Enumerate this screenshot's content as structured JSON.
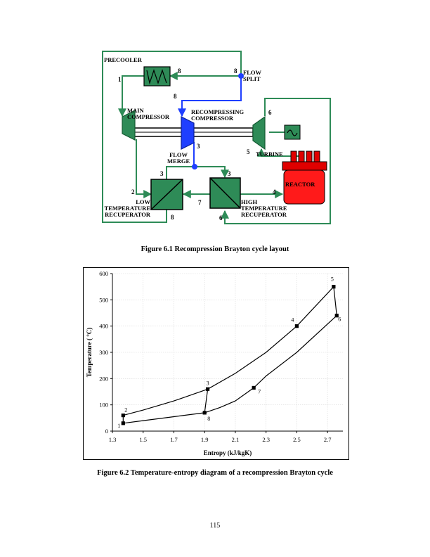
{
  "figure1": {
    "caption": "Figure 6.1 Recompression Brayton cycle layout",
    "labels": {
      "precooler": "PRECOOLER",
      "flow_split": "FLOW\nSPLIT",
      "main_compressor": "MAIN\nCOMPRESSOR",
      "recompressing_compressor": "RECOMPRESSING\nCOMPRESSOR",
      "turbine": "TURBINE",
      "flow_merge": "FLOW\nMERGE",
      "reactor": "REACTOR",
      "low_recuperator": "LOW\nTEMPERATURE\nRECUPERATOR",
      "high_recuperator": "HIGH\nTEMPERATURE\nRECUPERATOR"
    },
    "state_numbers": [
      "1",
      "8",
      "8",
      "8",
      "6",
      "3",
      "5",
      "3",
      "3",
      "2",
      "4",
      "7",
      "8",
      "6"
    ]
  },
  "figure2": {
    "caption": "Figure 6.2 Temperature-entropy diagram of a recompression Brayton cycle"
  },
  "chart_data": {
    "type": "scatter",
    "xlabel": "Entropy (kJ/kgK)",
    "ylabel": "Temperature ( °C)",
    "xlim": [
      1.3,
      2.8
    ],
    "ylim": [
      0,
      600
    ],
    "x_ticks": [
      "1.3",
      "1.5",
      "1.7",
      "1.9",
      "2.1",
      "2.3",
      "2.5",
      "2.7"
    ],
    "y_ticks": [
      "0",
      "100",
      "200",
      "300",
      "400",
      "500",
      "600"
    ],
    "grid": true,
    "points": [
      {
        "label": "1",
        "x": 1.37,
        "y": 30
      },
      {
        "label": "2",
        "x": 1.37,
        "y": 60
      },
      {
        "label": "3",
        "x": 1.92,
        "y": 160
      },
      {
        "label": "4",
        "x": 2.5,
        "y": 400
      },
      {
        "label": "5",
        "x": 2.74,
        "y": 550
      },
      {
        "label": "6",
        "x": 2.76,
        "y": 440
      },
      {
        "label": "7",
        "x": 2.22,
        "y": 165
      },
      {
        "label": "8",
        "x": 1.9,
        "y": 70
      }
    ],
    "curves": [
      {
        "name": "",
        "points": [
          [
            1.37,
            60
          ],
          [
            1.5,
            80
          ],
          [
            1.7,
            115
          ],
          [
            1.92,
            160
          ],
          [
            2.1,
            220
          ],
          [
            2.3,
            300
          ],
          [
            2.5,
            400
          ],
          [
            2.74,
            550
          ]
        ]
      },
      {
        "name": "",
        "points": [
          [
            2.76,
            440
          ],
          [
            2.5,
            300
          ],
          [
            2.3,
            210
          ],
          [
            2.22,
            165
          ],
          [
            2.1,
            115
          ],
          [
            2.0,
            90
          ],
          [
            1.9,
            70
          ],
          [
            1.7,
            55
          ],
          [
            1.5,
            40
          ],
          [
            1.37,
            30
          ]
        ]
      },
      {
        "name": "",
        "points": [
          [
            1.37,
            30
          ],
          [
            1.37,
            60
          ]
        ]
      },
      {
        "name": "",
        "points": [
          [
            1.9,
            70
          ],
          [
            1.92,
            160
          ]
        ]
      },
      {
        "name": "",
        "points": [
          [
            2.74,
            550
          ],
          [
            2.76,
            440
          ]
        ]
      }
    ]
  },
  "page_number": "115"
}
